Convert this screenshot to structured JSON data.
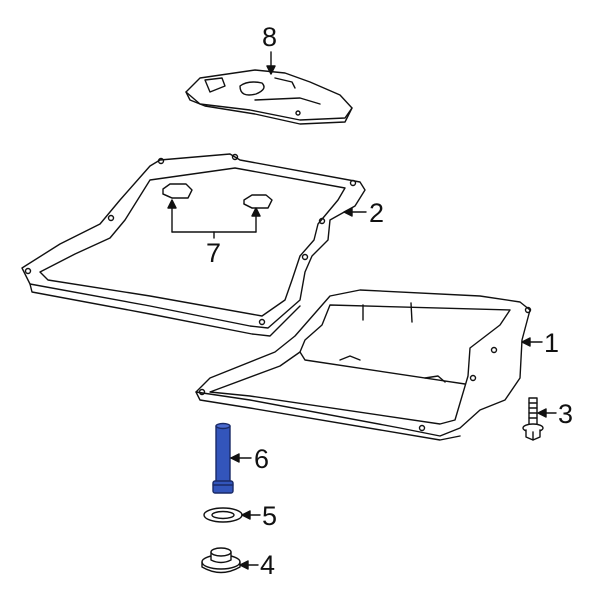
{
  "diagram": {
    "type": "exploded-parts-diagram",
    "highlight_color": "#3355bb",
    "parts": [
      {
        "number": "1",
        "name": "transmission-oil-pan"
      },
      {
        "number": "2",
        "name": "pan-gasket"
      },
      {
        "number": "3",
        "name": "pan-bolt"
      },
      {
        "number": "4",
        "name": "drain-plug"
      },
      {
        "number": "5",
        "name": "drain-plug-washer"
      },
      {
        "number": "6",
        "name": "overflow-tube",
        "highlighted": true
      },
      {
        "number": "7",
        "name": "magnets"
      },
      {
        "number": "8",
        "name": "filter"
      }
    ]
  }
}
